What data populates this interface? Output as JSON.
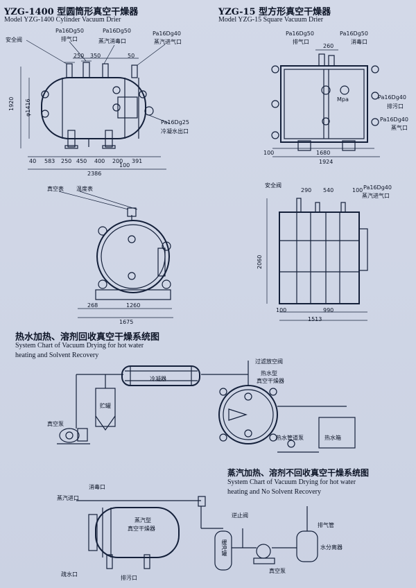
{
  "yzg1400": {
    "title_cn": "YZG-1400 型圆筒形真空干燥器",
    "title_en": "Model YZG-1400 Cylinder Vacuum Drier",
    "labels": {
      "safety_valve": "安全阀",
      "pa16dg50": "Pa16Dg50",
      "exhaust": "排气口",
      "pa16dg50_b": "Pa16Dg50",
      "steam_disinfect": "蒸汽消毒口",
      "pa16dg40": "Pa16Dg40",
      "steam_inlet": "蒸汽进气口",
      "pa16dg25": "Pa16Dg25",
      "condensate": "冷凝水出口",
      "vacuum_gauge": "真空表",
      "thermometer": "温度表"
    },
    "dims": {
      "d250": "250",
      "d350": "350",
      "d50": "50",
      "h1920": "1920",
      "phi1416": "φ1416",
      "b40": "40",
      "b583": "583",
      "b250": "250",
      "b450": "450",
      "b400": "400",
      "b200": "200",
      "b391": "391",
      "b100": "100",
      "total": "2386",
      "f268": "268",
      "f1260": "1260",
      "f1675": "1675"
    }
  },
  "yzg15": {
    "title_cn": "YZG-15 型方形真空干燥器",
    "title_en": "Model YZG-15 Square Vacuum Drier",
    "labels": {
      "pa16dg50": "Pa16Dg50",
      "exhaust": "排气口",
      "pa16dg50_b": "Pa16Dg50",
      "disinfect": "消毒口",
      "mpa": "Mpa",
      "pa16dg40": "Pa16Dg40",
      "drain": "排污口",
      "pa16dg40_b": "Pa16Dg40",
      "steam_inlet": "蒸气口",
      "safety_valve": "安全阀",
      "pa16dg40_c": "Pa16Dg40",
      "steam_inlet2": "蒸汽进气口"
    },
    "dims": {
      "top260": "260",
      "b100": "100",
      "b1680": "1680",
      "total": "1924",
      "s290": "290",
      "s540": "540",
      "s100": "100",
      "h2060": "2060",
      "sb100": "100",
      "sb990": "990",
      "stotal": "1513"
    }
  },
  "chart1": {
    "title_cn": "热水加热、溶剂回收真空干燥系统图",
    "title_en_1": "System Chart of Vacuum Drying for hot water",
    "title_en_2": "heating and Solvent Recovery",
    "labels": {
      "condenser": "冷凝器",
      "filter_valve": "过滤放空阀",
      "hot_water_type": "热水型",
      "vacuum_drier": "真空干燥器",
      "receiver": "贮罐",
      "vacuum_pump": "真空泵",
      "hot_water_pipe": "热水管道泵",
      "hot_water_tank": "热水箱"
    }
  },
  "chart2": {
    "title_cn": "蒸汽加热、溶剂不回收真空干燥系统图",
    "title_en_1": "System Chart of Vacuum Drying for hot water",
    "title_en_2": "heating and No Solvent Recovery",
    "labels": {
      "disinfect": "消毒口",
      "steam_inlet": "蒸汽进口",
      "steam_type": "蒸汽型",
      "vacuum_drier": "真空干燥器",
      "check_valve": "逆止阀",
      "exhaust_pipe": "排气管",
      "buffer_tank": "缓冲罐",
      "water_separator": "水分离器",
      "condensate_out": "疏水口",
      "drain": "排污口",
      "vacuum_pump": "真空泵"
    }
  }
}
